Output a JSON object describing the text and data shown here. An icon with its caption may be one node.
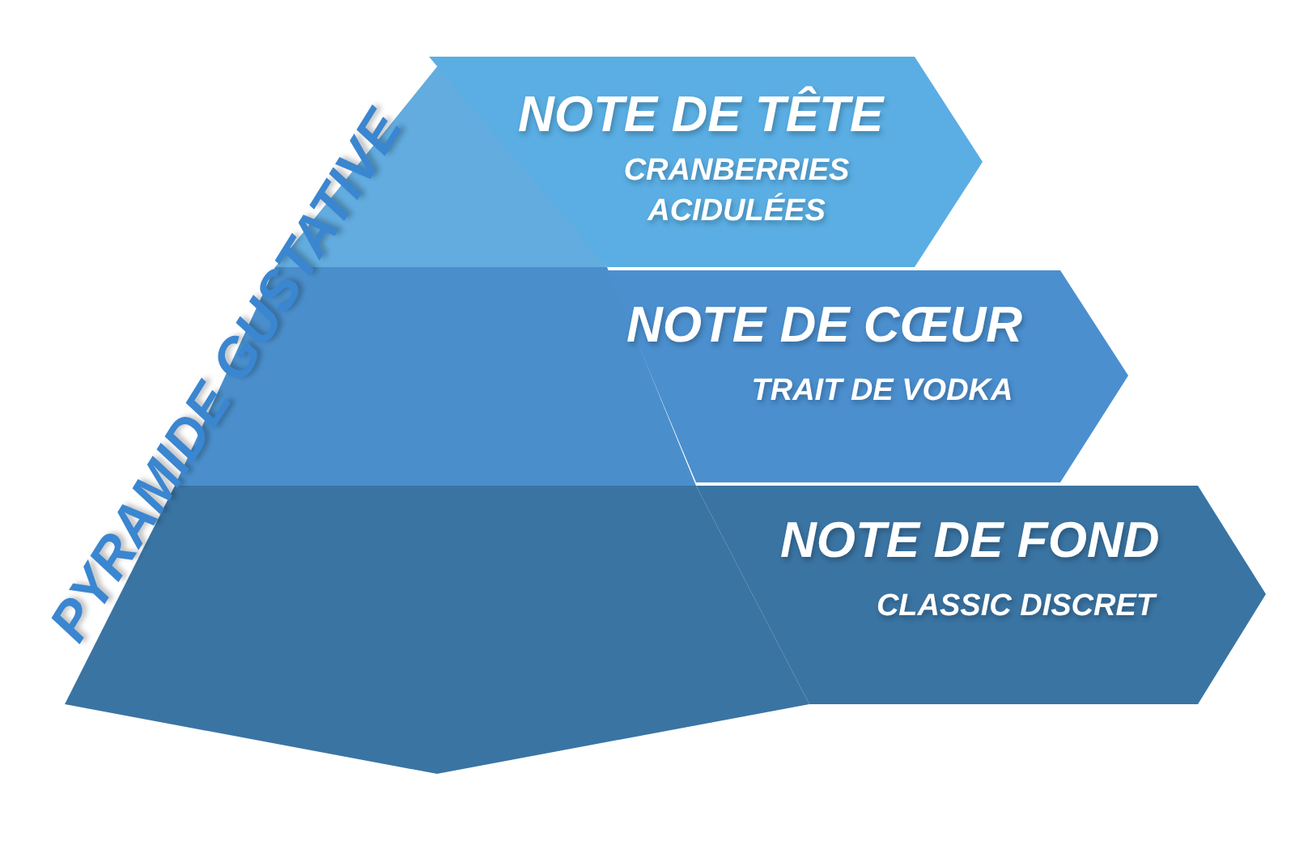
{
  "diagram": {
    "title": "PYRAMIDE GUSTATIVE",
    "nodes": [
      {
        "text": [
          "NOTE DE TÊTE",
          "CRANBERRIES ACIDULÉES"
        ]
      },
      {
        "text": [
          "NOTE DE CŒUR",
          "TRAIT DE VODKA"
        ]
      },
      {
        "text": [
          "NOTE DE FOND",
          "CLASSIC DISCRET"
        ]
      }
    ]
  }
}
